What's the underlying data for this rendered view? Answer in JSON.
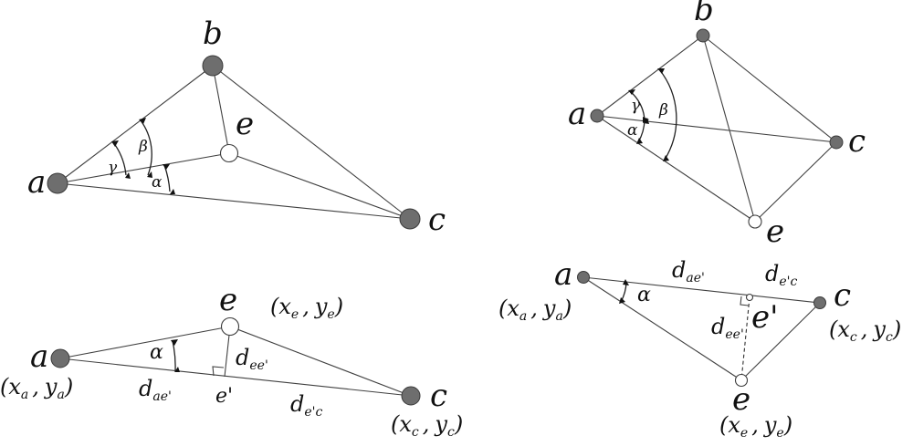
{
  "panel_tl": {
    "labels": {
      "a": "a",
      "b": "b",
      "c": "c",
      "e": "e"
    },
    "angles": {
      "beta": "β",
      "gamma": "γ",
      "alpha": "α"
    }
  },
  "panel_tr": {
    "labels": {
      "a": "a",
      "b": "b",
      "c": "c",
      "e": "e"
    },
    "angles": {
      "gamma": "γ",
      "beta": "β",
      "alpha": "α"
    }
  },
  "panel_bl": {
    "labels": {
      "a": "a",
      "c": "c",
      "e": "e",
      "eprime": "e'"
    },
    "angles": {
      "alpha": "α"
    },
    "distances": {
      "d_ee": {
        "base": "d",
        "sub": "ee'"
      },
      "d_ae": {
        "base": "d",
        "sub": "ae'"
      },
      "d_ec": {
        "base": "d",
        "sub": "e'c"
      }
    },
    "coords": {
      "e": {
        "open": "(",
        "x": "x",
        "xs": "e",
        "comma": ",",
        "y": "y",
        "ys": "e",
        "close": ")"
      },
      "a": {
        "open": "(",
        "x": "x",
        "xs": "a",
        "comma": ",",
        "y": "y",
        "ys": "a",
        "close": ")"
      },
      "c": {
        "open": "(",
        "x": "x",
        "xs": "c",
        "comma": ",",
        "y": "y",
        "ys": "c",
        "close": ")"
      }
    }
  },
  "panel_br": {
    "labels": {
      "a": "a",
      "c": "c",
      "e": "e",
      "eprime": "e'"
    },
    "angles": {
      "alpha": "α"
    },
    "distances": {
      "d_ae": {
        "base": "d",
        "sub": "ae'"
      },
      "d_ec": {
        "base": "d",
        "sub": "e'c"
      },
      "d_ee": {
        "base": "d",
        "sub": "ee'"
      }
    },
    "coords": {
      "a": {
        "open": "(",
        "x": "x",
        "xs": "a",
        "comma": ",",
        "y": "y",
        "ys": "a",
        "close": ")"
      },
      "c": {
        "open": "(",
        "x": "x",
        "xs": "c",
        "comma": ",",
        "y": "y",
        "ys": "c",
        "close": ")"
      },
      "e": {
        "open": "(",
        "x": "x",
        "xs": "e",
        "comma": ",",
        "y": "y",
        "ys": "e",
        "close": ")"
      }
    }
  }
}
